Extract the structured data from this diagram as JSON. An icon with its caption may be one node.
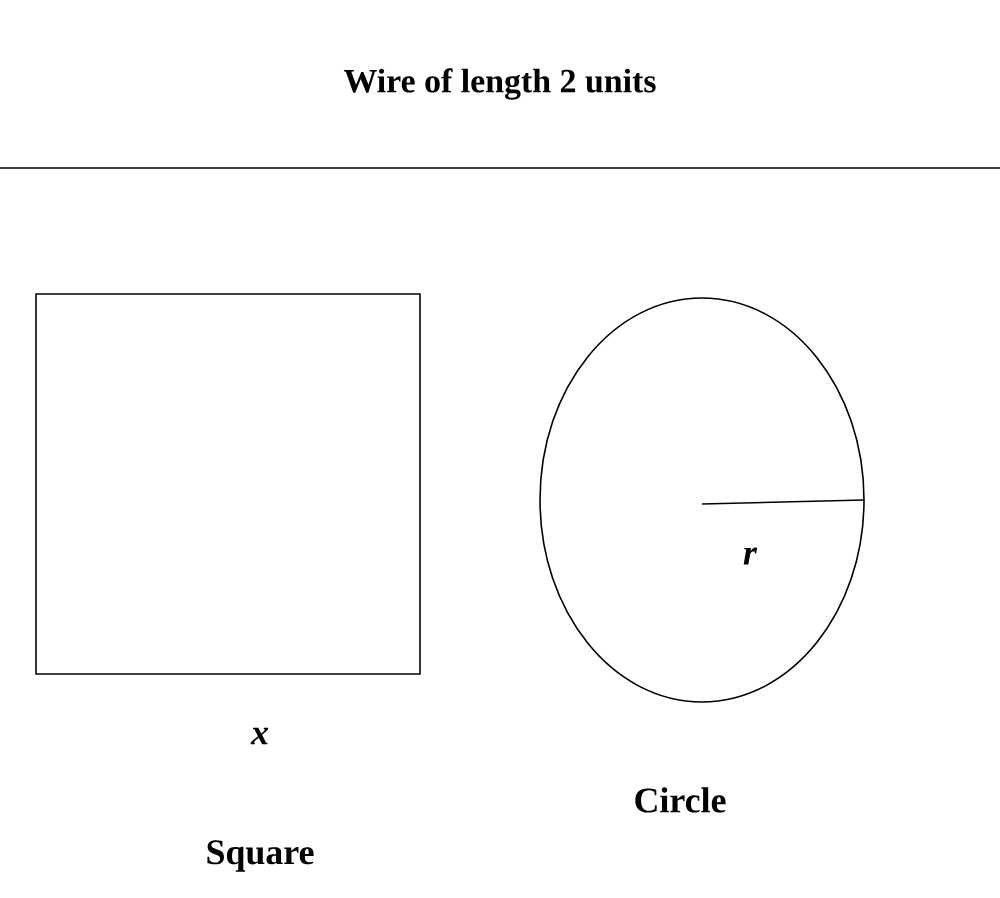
{
  "diagram": {
    "title": "Wire of length 2 units",
    "nodes": [
      {
        "text": [],
        "shape": "box",
        "beside": [
          "*x*",
          "Square"
        ]
      },
      {
        "text": [],
        "shape": "circle",
        "beside": [
          "Circle"
        ]
      }
    ],
    "labels": [
      "*r*"
    ]
  }
}
